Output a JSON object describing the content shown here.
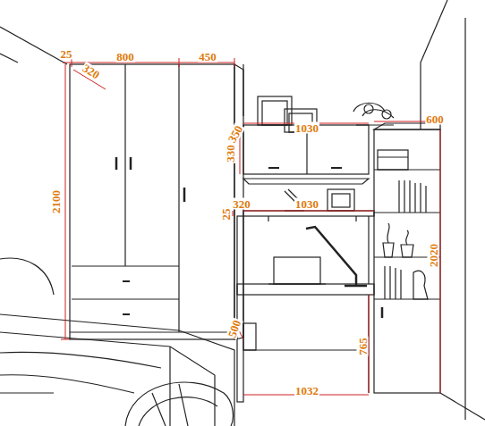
{
  "diagram": {
    "labels": [
      "25",
      "800",
      "450",
      "320",
      "2100",
      "350",
      "1030",
      "600",
      "330",
      "25",
      "320",
      "1030",
      "2020",
      "500",
      "765",
      "1032"
    ]
  }
}
